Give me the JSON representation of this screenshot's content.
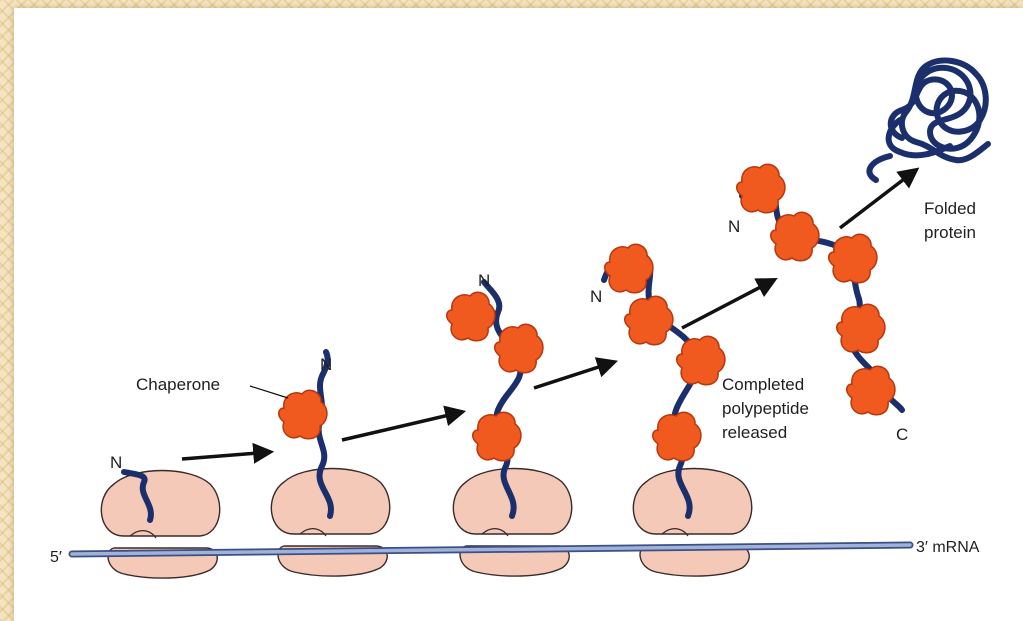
{
  "labels": {
    "five_prime": "5′",
    "three_prime_mrna": "3′  mRNA",
    "chaperone": "Chaperone",
    "n_terminus": "N",
    "c_terminus": "C",
    "completed_line1": "Completed",
    "completed_line2": "polypeptide",
    "completed_line3": "released",
    "folded_line1": "Folded",
    "folded_line2": "protein"
  },
  "colors": {
    "ribosome": "#f4c9b8",
    "ribosome_outline": "#3a2a2a",
    "chaperone": "#f05a1e",
    "chaperone_outline": "#b8360d",
    "polypeptide": "#1a2f6b",
    "mrna": "#8ea0c8",
    "frame": "#f3e2bd"
  }
}
